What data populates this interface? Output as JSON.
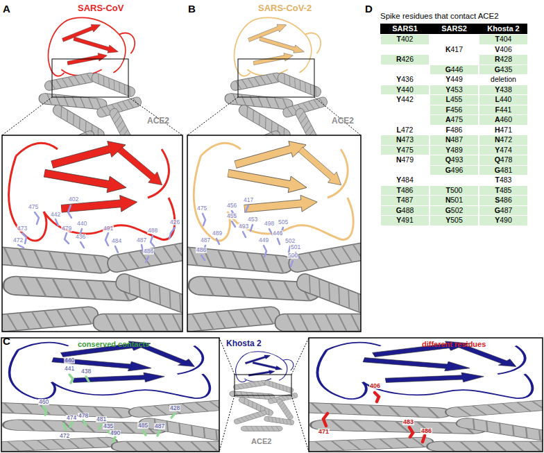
{
  "diagram": {
    "labels": [
      "A",
      "SARS-CoV",
      "ACE2",
      "402",
      "475",
      "442",
      "473",
      "472",
      "479",
      "440",
      "436",
      "491",
      "488",
      "487",
      "426",
      "484",
      "486",
      "B",
      "SARS-CoV-2",
      "ACE2",
      "475",
      "456",
      "417",
      "455",
      "453",
      "493",
      "449",
      "498",
      "505",
      "446",
      "487",
      "486",
      "489",
      "502",
      "501",
      "500",
      "C",
      "conserved contacts",
      "Khosta 2",
      "different residues",
      "ACE2",
      "440",
      "441",
      "438",
      "460",
      "472",
      "474",
      "478",
      "481",
      "435",
      "490",
      "485",
      "487",
      "428",
      "406",
      "471",
      "483",
      "486",
      "D",
      "Spike residues that contact ACE2",
      "SARS1",
      "SARS2",
      "Khosta 2",
      "T402",
      "T404",
      "K417",
      "V406",
      "R426",
      "R428",
      "G446",
      "G435",
      "Y436",
      "Y449",
      "deletion",
      "Y440",
      "Y453",
      "Y438",
      "Y442",
      "L455",
      "L440",
      "F456",
      "F441",
      "A475",
      "A460",
      "L472",
      "F486",
      "H471",
      "N473",
      "N487",
      "N472",
      "Y475",
      "Y489",
      "Y474",
      "N479",
      "Q493",
      "Q478",
      "G496",
      "G481",
      "Y484",
      "T483",
      "T486",
      "T500",
      "T485",
      "T487",
      "N501",
      "S486",
      "G488",
      "G502",
      "G487",
      "Y491",
      "Y505",
      "Y490"
    ]
  }
}
